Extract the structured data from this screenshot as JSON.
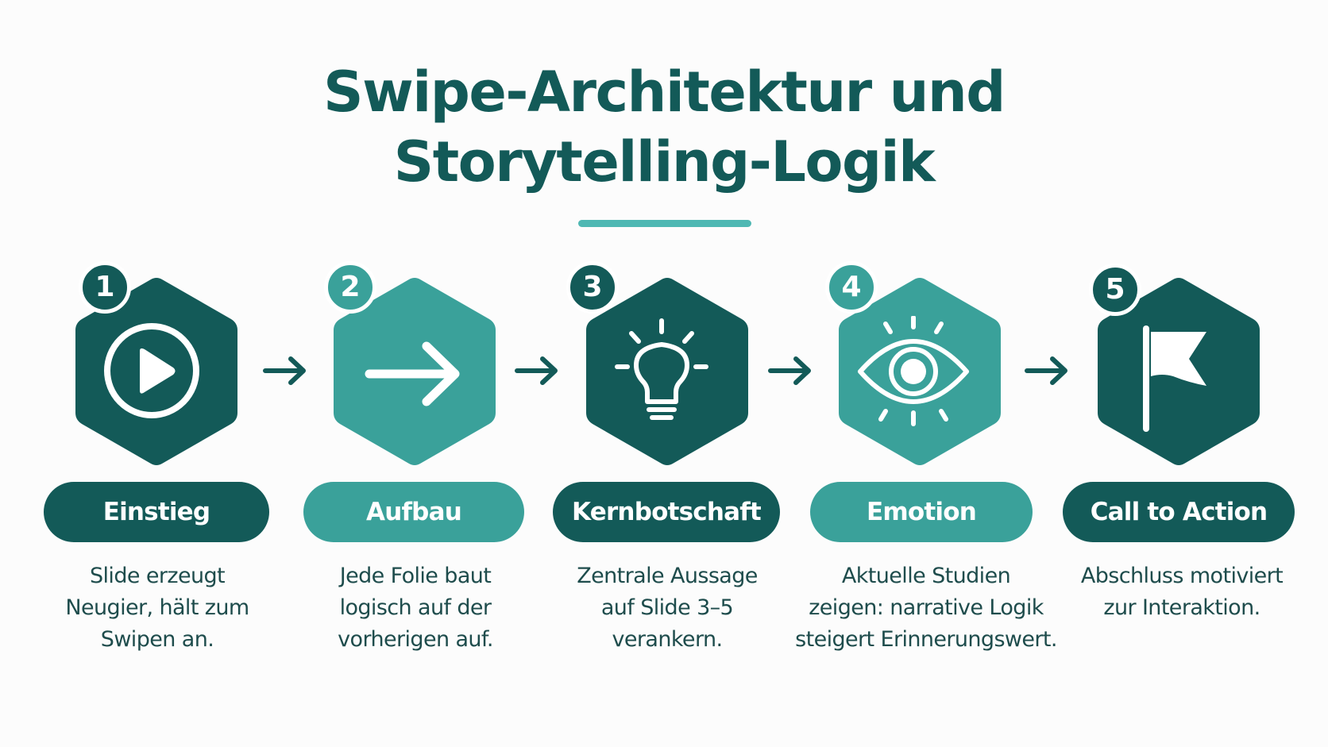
{
  "title": {
    "line1": "Swipe-Architektur und",
    "line2": "Storytelling-Logik"
  },
  "colors": {
    "dark_teal": "#135a58",
    "light_teal": "#3aa19a",
    "accent_line": "#4fb8b3",
    "text": "#1e4c4c"
  },
  "steps": [
    {
      "number": "1",
      "icon": "play-icon",
      "label": "Einstieg",
      "description": [
        "Slide erzeugt",
        "Neugier, hält zum",
        "Swipen an."
      ],
      "color": "dark"
    },
    {
      "number": "2",
      "icon": "arrow-right-icon",
      "label": "Aufbau",
      "description": [
        "Jede Folie baut",
        "logisch auf der",
        "vorherigen auf."
      ],
      "color": "light"
    },
    {
      "number": "3",
      "icon": "lightbulb-icon",
      "label": "Kernbotschaft",
      "description": [
        "Zentrale Aussage",
        "auf Slide 3–5",
        "verankern."
      ],
      "color": "dark"
    },
    {
      "number": "4",
      "icon": "eye-icon",
      "label": "Emotion",
      "description": [
        "Aktuelle Studien",
        "zeigen: narrative Logik",
        "steigert Erinnerungswert."
      ],
      "color": "light"
    },
    {
      "number": "5",
      "icon": "flag-icon",
      "label": "Call to Action",
      "description": [
        "Abschluss motiviert",
        "zur Interaktion."
      ],
      "color": "dark"
    }
  ],
  "connectors": [
    "arrow-icon",
    "arrow-icon",
    "arrow-icon",
    "arrow-icon"
  ]
}
